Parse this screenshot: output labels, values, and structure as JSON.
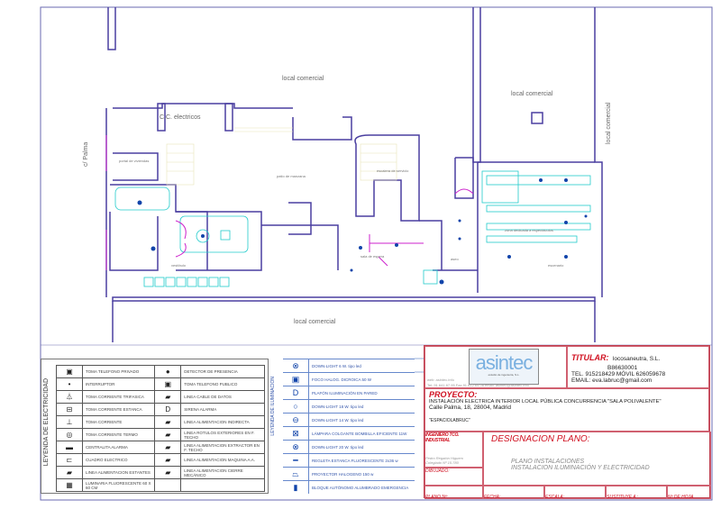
{
  "plan": {
    "labels": {
      "local_top": "local comercial",
      "local_right": "local comercial",
      "local_right_vertical": "local comercial",
      "local_bottom": "local comercial",
      "cc_electricos": "C.C. electricos",
      "street": "c/ Palma",
      "portal": "portal de viviendas",
      "patio": "patio de manzana",
      "escalera": "escalera de servicio",
      "vestibulo": "vestíbulo",
      "sala_espera": "sala de espera",
      "zona": "zona dedicada a espectáculos",
      "escenario": "escenario",
      "aseo": "aseo"
    }
  },
  "legend_electricidad": {
    "title": "LEYENDA DE ELECTRICIDAD",
    "left": [
      {
        "icon": "telephone-socket-icon",
        "label": "TOMA TELEFONO PRIVADO"
      },
      {
        "icon": "switch-icon",
        "label": "INTERRUPTOR"
      },
      {
        "icon": "three-phase-socket-icon",
        "label": "TOMA CORRIENTE TRIFASICA"
      },
      {
        "icon": "waterproof-socket-icon",
        "label": "TOMA CORRIENTE ESTANCA"
      },
      {
        "icon": "socket-icon",
        "label": "TOMA CORRIENTE"
      },
      {
        "icon": "heater-socket-icon",
        "label": "TOMA CORRIENTE TERMO"
      },
      {
        "icon": "alarm-panel-icon",
        "label": "CENTRALITA ALARMA"
      },
      {
        "icon": "electrical-panel-icon",
        "label": "CUADRO ELECTRICO"
      },
      {
        "icon": "feed-line-icon",
        "label": "LINEA ALIMENTACION ESTANTES"
      },
      {
        "icon": "fluorescent-icon",
        "label": "LUMINARIA FLUORESCENTE 60 X 60 CM"
      }
    ],
    "right": [
      {
        "icon": "presence-detector-icon",
        "label": "DETECTOR DE PRESENCIA"
      },
      {
        "icon": "public-phone-icon",
        "label": "TOMA TELEFONO PUBLICO"
      },
      {
        "icon": "data-cable-icon",
        "label": "LINEA CABLE DE DATOS"
      },
      {
        "icon": "siren-icon",
        "label": "SIRENA ALARMA"
      },
      {
        "icon": "feed-line-icon",
        "label": "LINEA ALIMENTACION INDIRECTA"
      },
      {
        "icon": "feed-line-icon",
        "label": "LINEA ROTULOS EXTERIORES EN F. TECHO"
      },
      {
        "icon": "feed-line-icon",
        "label": "LINEA ALIMENTACION EXTRACTOR EN F. TECHO"
      },
      {
        "icon": "feed-line-icon",
        "label": "LINEA ALIMENTACION MAQUINA A.A."
      },
      {
        "icon": "feed-line-icon",
        "label": "LINEA ALIMENTACION CIERRE MECÁNICO"
      },
      {
        "icon": "",
        "label": ""
      }
    ]
  },
  "legend_iluminacion": {
    "title": "LEYENDA DE ILUMINACION",
    "items": [
      {
        "icon": "downlight-small-icon",
        "label": "DOWN-LIGHT 6 W. tipo led"
      },
      {
        "icon": "halogen-spot-icon",
        "label": "FOCO HALOG. DICROICA 50 W"
      },
      {
        "icon": "wall-light-icon",
        "label": "PLAFÓN ILUMINACIÓN EN PARED"
      },
      {
        "icon": "downlight-ring-icon",
        "label": "DOWN-LIGHT 18 W. tipo led"
      },
      {
        "icon": "downlight-filled-icon",
        "label": "DOWN-LIGHT 14 W. tipo led"
      },
      {
        "icon": "pendant-lamp-icon",
        "label": "LÁMPARA COLGANTE BOMBILLA EFICIENTE 11W"
      },
      {
        "icon": "downlight-cross-icon",
        "label": "DOWN-LIGHT 20 W. tipo led"
      },
      {
        "icon": "fluorescent-strip-icon",
        "label": "REGLETA ESTANCA FLUORESCENTE 2x36 w"
      },
      {
        "icon": "projector-icon",
        "label": "PROYECTOR HALOGENO 150 w"
      },
      {
        "icon": "emergency-light-icon",
        "label": "BLOQUE AUTÓNOMO ALUMBRADO EMERGENCIA"
      }
    ]
  },
  "title_block": {
    "logo": "asintec",
    "logo_sub": "estudio de ingeniería, S.L.",
    "contact_web": "web: asintec.info",
    "contact_line": "Tel: 91 641 87 95    Fax 91 612 64 08    email: asintec@asintec.info",
    "titular_label": "TITULAR:",
    "titular_name": "locosaneutra, S.L.",
    "titular_cif": "B86630001",
    "titular_tel": "TEL. 915218429  MÓVIL 626059678",
    "titular_email": "EMAIL: eva.labruc@gmail.com",
    "proyecto_label": "PROYECTO:",
    "proyecto_line1": "INSTALACIÓN ELECTRICA INTERIOR LOCAL PÚBLICA CONCURRENCIA \"SALA POLIVALENTE\"",
    "proyecto_line2": "Calle Palma, 18, 28004, Madrid",
    "proyecto_line3": "\"ESPACIOLABRUC\"",
    "ingeniero_label": "INGENIERO TCO. INDUSTRIAL",
    "ingeniero_name": "Pedro Regatón Higuero",
    "ingeniero_col": "Colegiado Nº 15.780",
    "dibujado_label": "DIBUJADO:",
    "designacion_label": "DESIGNACION PLANO:",
    "designacion_line1": "PLANO INSTALACIONES",
    "designacion_line2": "INSTALACION ILUMINACIÓN Y ELECTRICIDAD",
    "plano_label": "PLANO Nº:",
    "fecha_label": "FECHA:",
    "escala_label": "ESCALA:",
    "sustituye_label": "SUSTITUYE A :",
    "hoja_label": "Nº DE HOJA"
  },
  "colors": {
    "wall": "#4a3fa0",
    "furniture": "#22cccc",
    "door": "#cc22cc",
    "light": "#1144aa",
    "title_red": "#d01020"
  }
}
